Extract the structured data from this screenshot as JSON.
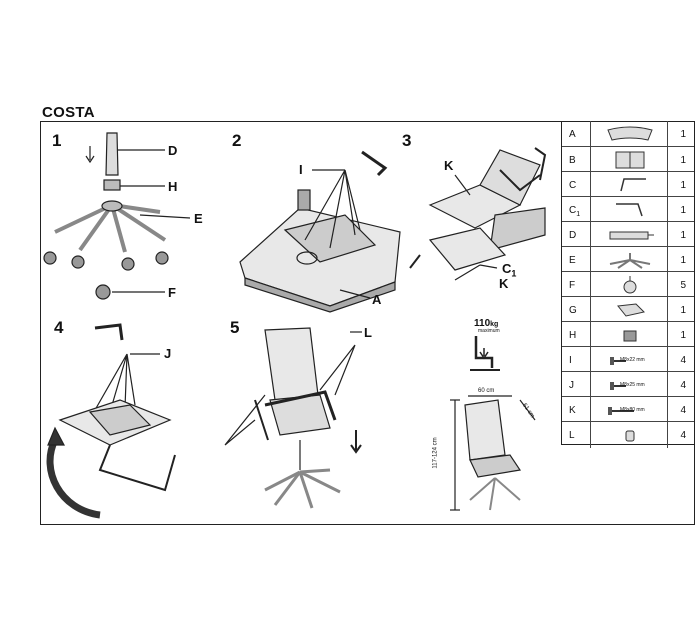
{
  "title": "COSTA",
  "steps": [
    "1",
    "2",
    "3",
    "4",
    "5"
  ],
  "labels": {
    "D": "D",
    "H": "H",
    "E": "E",
    "F": "F",
    "I": "I",
    "A": "A",
    "K1": "K",
    "C1": "C",
    "C1_sub": "1",
    "K2": "K",
    "J": "J",
    "L": "L"
  },
  "load": {
    "value": "110",
    "unit": "kg",
    "note": "maximum"
  },
  "dims": {
    "w": "60 cm",
    "d": "61 cm",
    "h": "117-124 cm"
  },
  "parts": [
    {
      "letter": "A",
      "sub": "",
      "qty": "1",
      "icon": "seat-icon",
      "text": ""
    },
    {
      "letter": "B",
      "sub": "",
      "qty": "1",
      "icon": "backrest-icon",
      "text": ""
    },
    {
      "letter": "C",
      "sub": "",
      "qty": "1",
      "icon": "armrest-right-icon",
      "text": ""
    },
    {
      "letter": "C",
      "sub": "1",
      "qty": "1",
      "icon": "armrest-left-icon",
      "text": ""
    },
    {
      "letter": "D",
      "sub": "",
      "qty": "1",
      "icon": "gas-lift-icon",
      "text": ""
    },
    {
      "letter": "E",
      "sub": "",
      "qty": "1",
      "icon": "star-base-icon",
      "text": ""
    },
    {
      "letter": "F",
      "sub": "",
      "qty": "5",
      "icon": "caster-icon",
      "text": ""
    },
    {
      "letter": "G",
      "sub": "",
      "qty": "1",
      "icon": "mechanism-icon",
      "text": ""
    },
    {
      "letter": "H",
      "sub": "",
      "qty": "1",
      "icon": "cover-icon",
      "text": ""
    },
    {
      "letter": "I",
      "sub": "",
      "qty": "4",
      "icon": "bolt-icon",
      "text": "M8x22 mm"
    },
    {
      "letter": "J",
      "sub": "",
      "qty": "4",
      "icon": "bolt-icon",
      "text": "M8x25 mm"
    },
    {
      "letter": "K",
      "sub": "",
      "qty": "4",
      "icon": "bolt-long-icon",
      "text": "M8x80 mm"
    },
    {
      "letter": "L",
      "sub": "",
      "qty": "4",
      "icon": "cap-icon",
      "text": ""
    }
  ],
  "colors": {
    "line": "#222222",
    "fill": "#dcdcdc",
    "dark": "#555555"
  }
}
